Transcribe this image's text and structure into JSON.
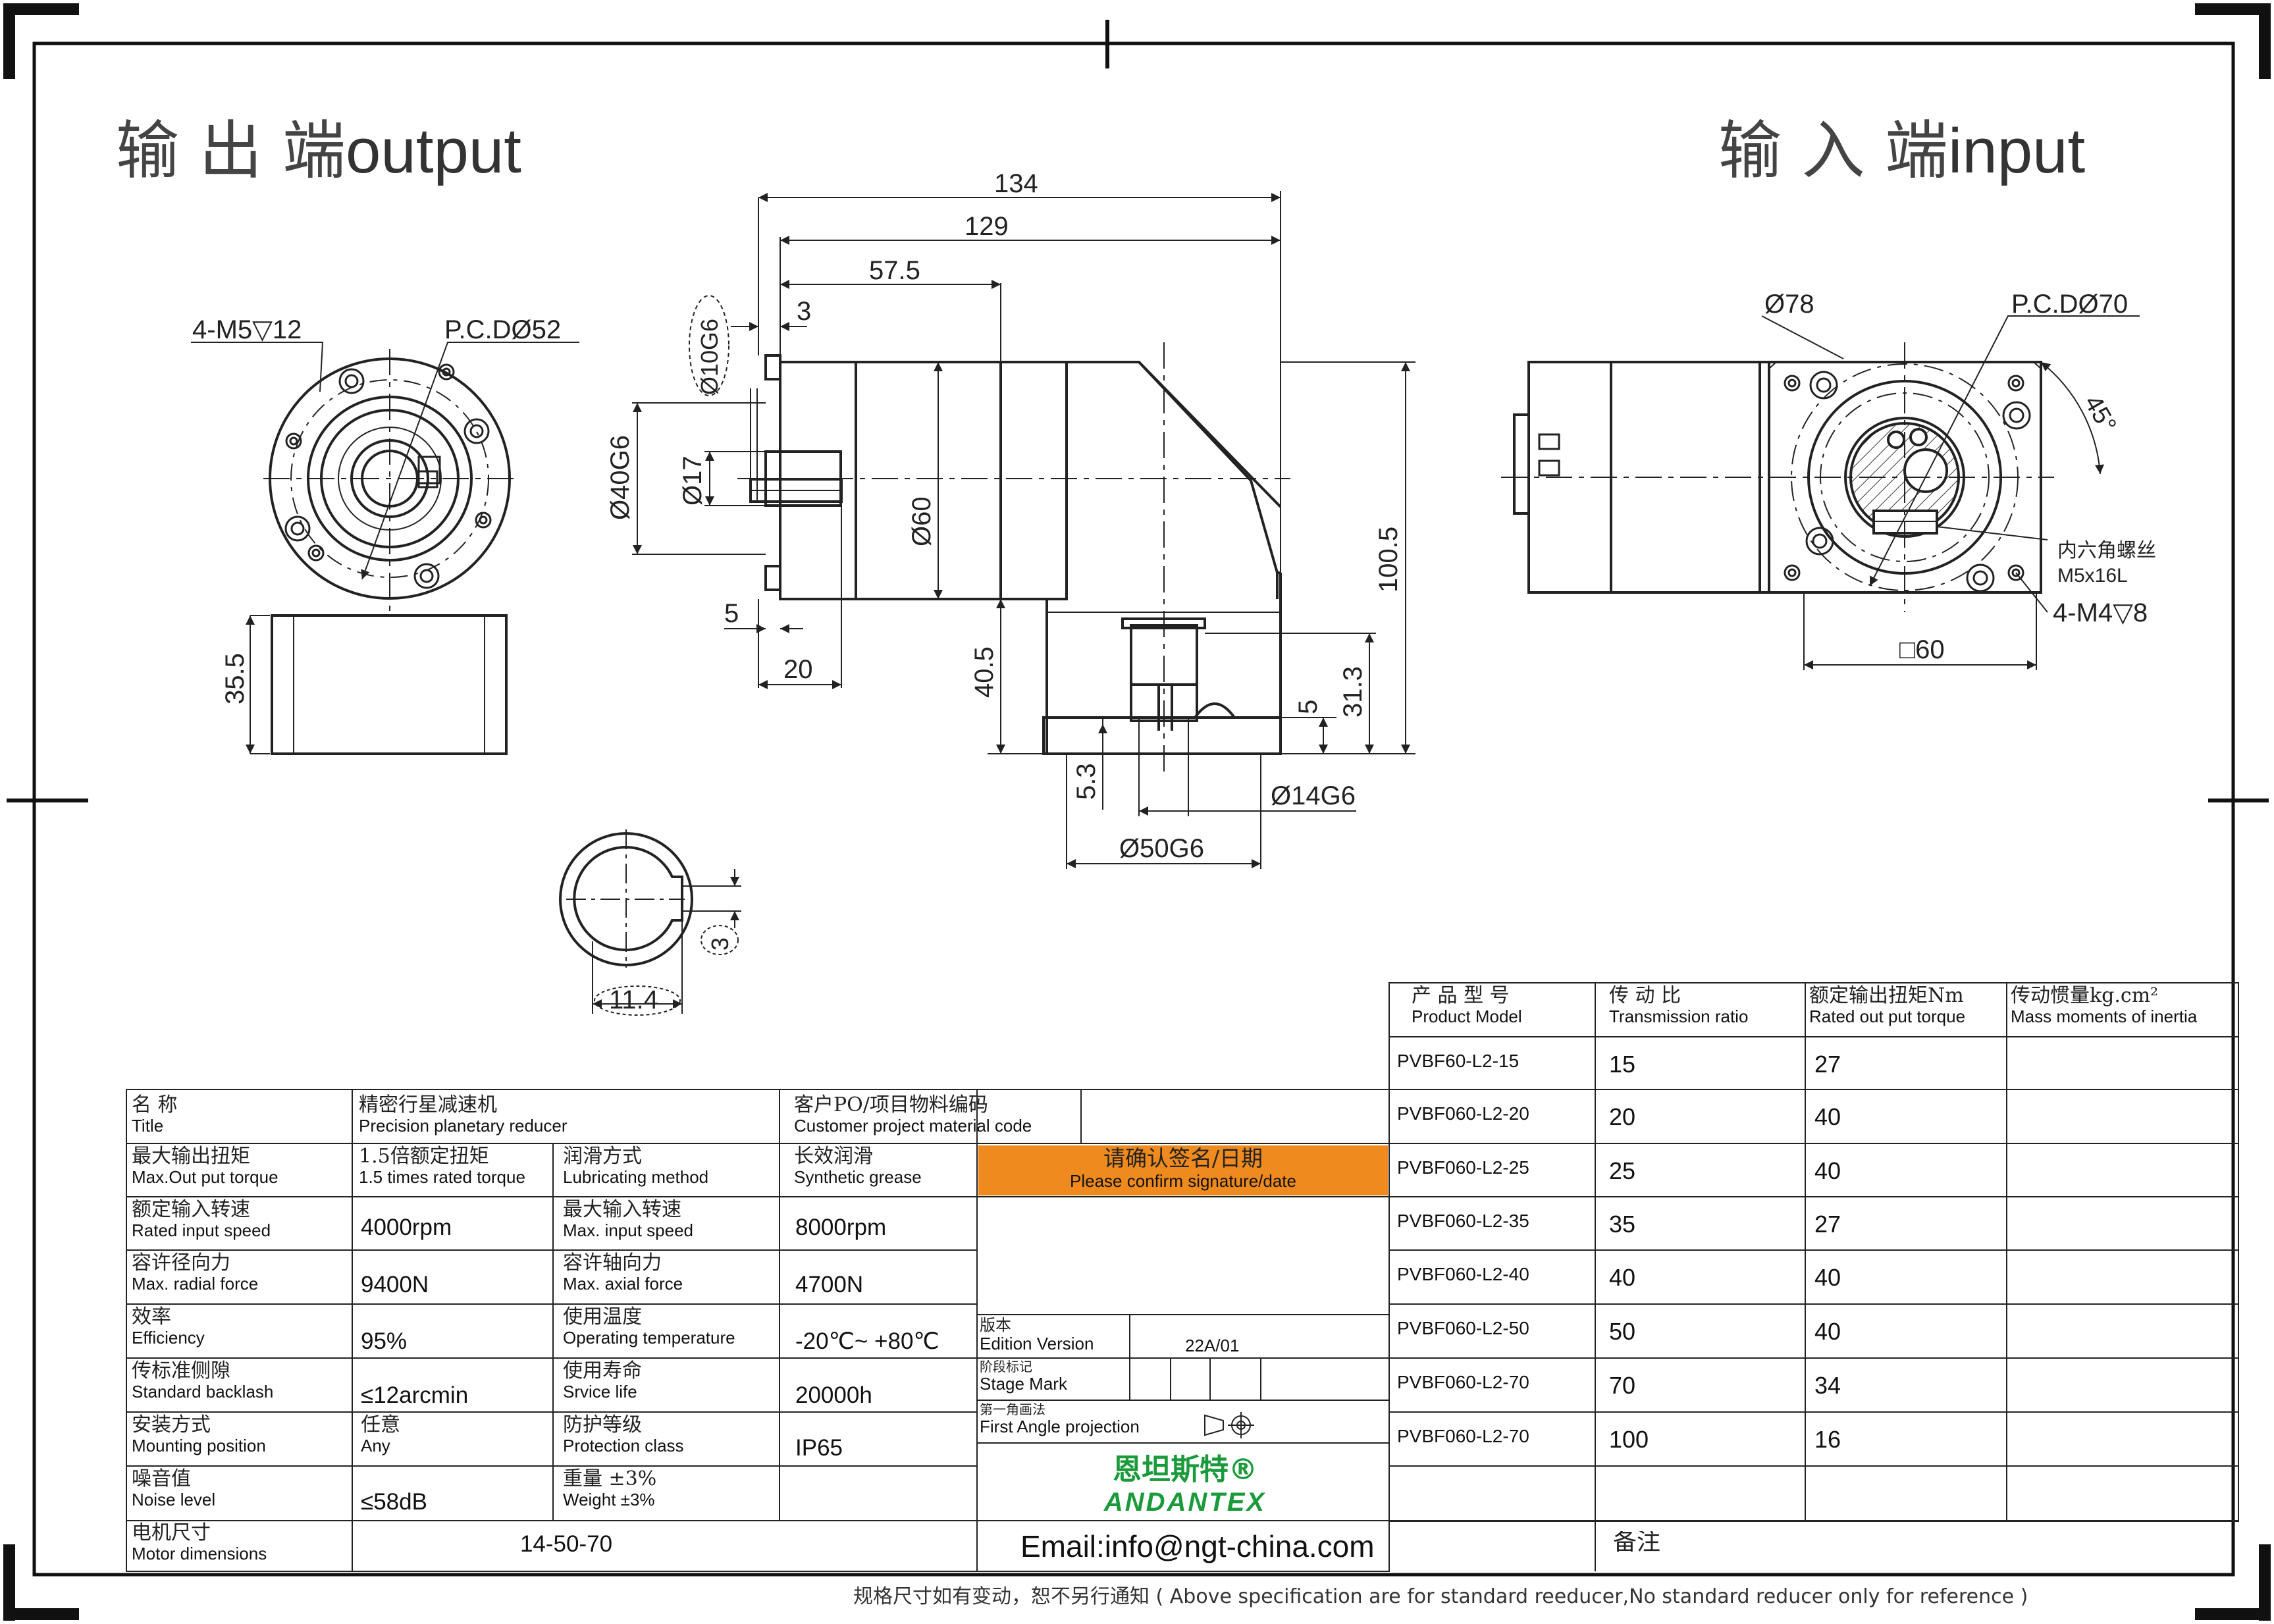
{
  "titles": {
    "output_zh": "输 出 端",
    "output_en": "output",
    "input_zh": "输 入 端",
    "input_en": "input"
  },
  "dims": {
    "d134": "134",
    "d129": "129",
    "d57_5": "57.5",
    "d3": "3",
    "d10g6": "Ø10G6",
    "d40g6": "Ø40G6",
    "d17": "Ø17",
    "d60": "Ø60",
    "d5": "5",
    "d20": "20",
    "d40_5": "40.5",
    "d100_5": "100.5",
    "d31_3": "31.3",
    "d5b": "5",
    "d5_3": "5.3",
    "d14g6": "Ø14G6",
    "d50g6": "Ø50G6",
    "m5": "4-M5▽12",
    "pcd52": "P.C.DØ52",
    "d35_5": "35.5",
    "d3key": "3",
    "d11_4": "11.4",
    "d78": "Ø78",
    "pcd70": "P.C.DØ70",
    "a45": "45°",
    "hex_zh": "内六角螺丝",
    "hex_en": "M5x16L",
    "m4": "4-M4▽8",
    "sq60": "□60"
  },
  "model_table": {
    "headers": [
      {
        "zh": "产 品 型 号",
        "en": "Product Model"
      },
      {
        "zh": "传 动 比",
        "en": "Transmission ratio"
      },
      {
        "zh": "额定输出扭矩Nm",
        "en": "Rated out put torque"
      },
      {
        "zh": "传动惯量kg.cm²",
        "en": "Mass moments of inertia"
      }
    ],
    "rows": [
      {
        "model": "PVBF60-L2-15",
        "ratio": "15",
        "torque": "27",
        "inertia": ""
      },
      {
        "model": "PVBF060-L2-20",
        "ratio": "20",
        "torque": "40",
        "inertia": ""
      },
      {
        "model": "PVBF060-L2-25",
        "ratio": "25",
        "torque": "40",
        "inertia": ""
      },
      {
        "model": "PVBF060-L2-35",
        "ratio": "35",
        "torque": "27",
        "inertia": ""
      },
      {
        "model": "PVBF060-L2-40",
        "ratio": "40",
        "torque": "40",
        "inertia": ""
      },
      {
        "model": "PVBF060-L2-50",
        "ratio": "50",
        "torque": "40",
        "inertia": ""
      },
      {
        "model": "PVBF060-L2-70",
        "ratio": "70",
        "torque": "34",
        "inertia": ""
      },
      {
        "model": "PVBF060-L2-70",
        "ratio": "100",
        "torque": "16",
        "inertia": ""
      }
    ]
  },
  "spec": {
    "name_zh": "名 称",
    "name_en": "Title",
    "title_zh": "精密行星减速机",
    "title_en": "Precision planetary reducer",
    "po_zh": "客户PO/项目物料编码",
    "po_en": "Customer project material code",
    "maxout_zh": "最大输出扭矩",
    "maxout_en": "Max.Out put torque",
    "maxout_val_zh": "1.5倍额定扭矩",
    "maxout_val_en": "1.5 times rated torque",
    "lub_zh": "润滑方式",
    "lub_en": "Lubricating method",
    "lub_val_zh": "长效润滑",
    "lub_val_en": "Synthetic grease",
    "confirm_zh": "请确认签名/日期",
    "confirm_en": "Please confirm signature/date",
    "rin_zh": "额定输入转速",
    "rin_en": "Rated input speed",
    "rin_val": "4000rpm",
    "maxin_zh": "最大输入转速",
    "maxin_en": "Max. input speed",
    "maxin_val": "8000rpm",
    "rad_zh": "容许径向力",
    "rad_en": "Max. radial force",
    "rad_val": "9400N",
    "ax_zh": "容许轴向力",
    "ax_en": "Max. axial force",
    "ax_val": "4700N",
    "eff_zh": "效率",
    "eff_en": "Efficiency",
    "eff_val": "95%",
    "temp_zh": "使用温度",
    "temp_en": "Operating temperature",
    "temp_val": "-20℃~ +80℃",
    "ver_zh": "版本",
    "ver_en": "Edition Version",
    "ver_val": "22A/01",
    "back_zh": "传标准侧隙",
    "back_en": "Standard backlash",
    "back_val": "≤12arcmin",
    "life_zh": "使用寿命",
    "life_en": "Srvice life",
    "life_val": "20000h",
    "stage_zh": "阶段标记",
    "stage_en": "Stage Mark",
    "mount_zh": "安装方式",
    "mount_en": "Mounting position",
    "mount_val_zh": "任意",
    "mount_val_en": "Any",
    "prot_zh": "防护等级",
    "prot_en": "Protection class",
    "prot_val": "IP65",
    "angle_zh": "第一角画法",
    "angle_en": "First Angle projection",
    "noise_zh": "噪音值",
    "noise_en": "Noise level",
    "noise_val": "≤58dB",
    "weight_zh": "重量 ±3%",
    "weight_en": "Weight ±3%",
    "brand_zh": "恩坦斯特®",
    "brand_en": "ANDANTEX",
    "motor_zh": "电机尺寸",
    "motor_en": "Motor dimensions",
    "motor_val": "14-50-70",
    "email": "Email:info@ngt-china.com",
    "remark": "备注"
  },
  "footer": "规格尺寸如有变动，恕不另行通知 ( Above specification are for standard reeducer,No standard reducer only for reference )",
  "colors": {
    "confirm_bg": "#ef8a1e",
    "brand_green": "#1a9a3a",
    "line": "#222222"
  }
}
